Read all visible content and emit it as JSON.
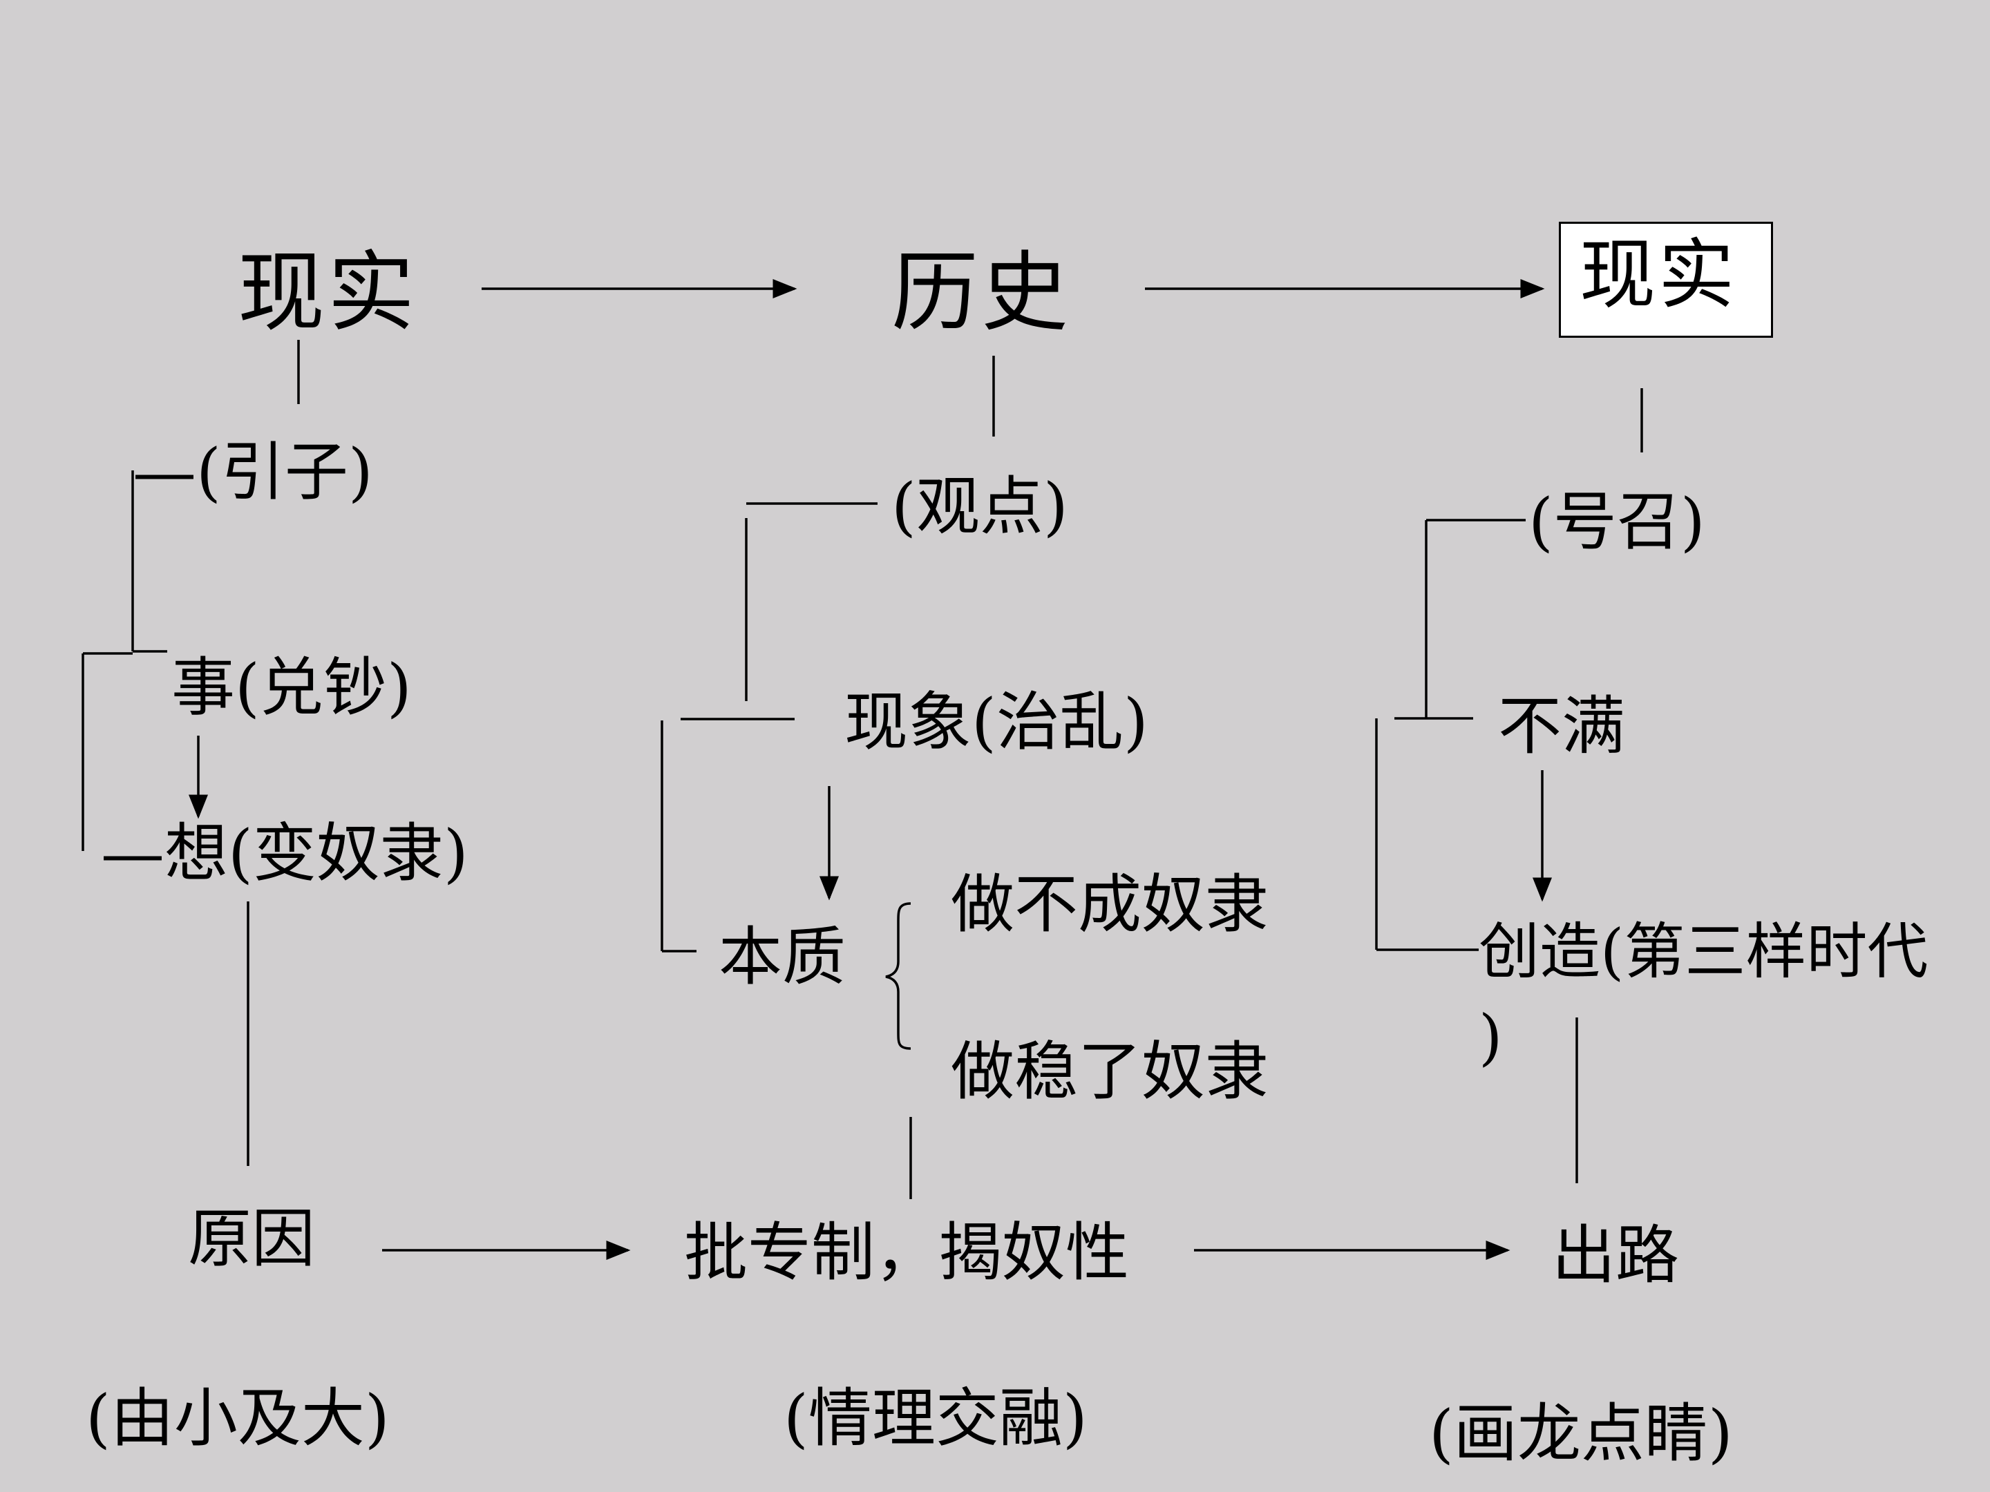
{
  "top": {
    "left": "现实",
    "middle": "历史",
    "right": "现实"
  },
  "left_column": {
    "heading": "—(引子)",
    "event": "事(兑钞)",
    "thought": "—想(变奴隶)",
    "reason": "原因",
    "note": "(由小及大)"
  },
  "middle_column": {
    "viewpoint": "(观点)",
    "phenomenon": "现象(治乱)",
    "essence": "本质",
    "brace_item_1": "做不成奴隶",
    "brace_item_2": "做稳了奴隶",
    "bottom": "批专制，揭奴性",
    "note": "(情理交融)"
  },
  "right_column": {
    "call": "(号召)",
    "dissatisfied": "不满",
    "create_line1": "创造(第三样时代",
    "create_line2": ")",
    "way_out": "出路",
    "note": "(画龙点睛)"
  }
}
